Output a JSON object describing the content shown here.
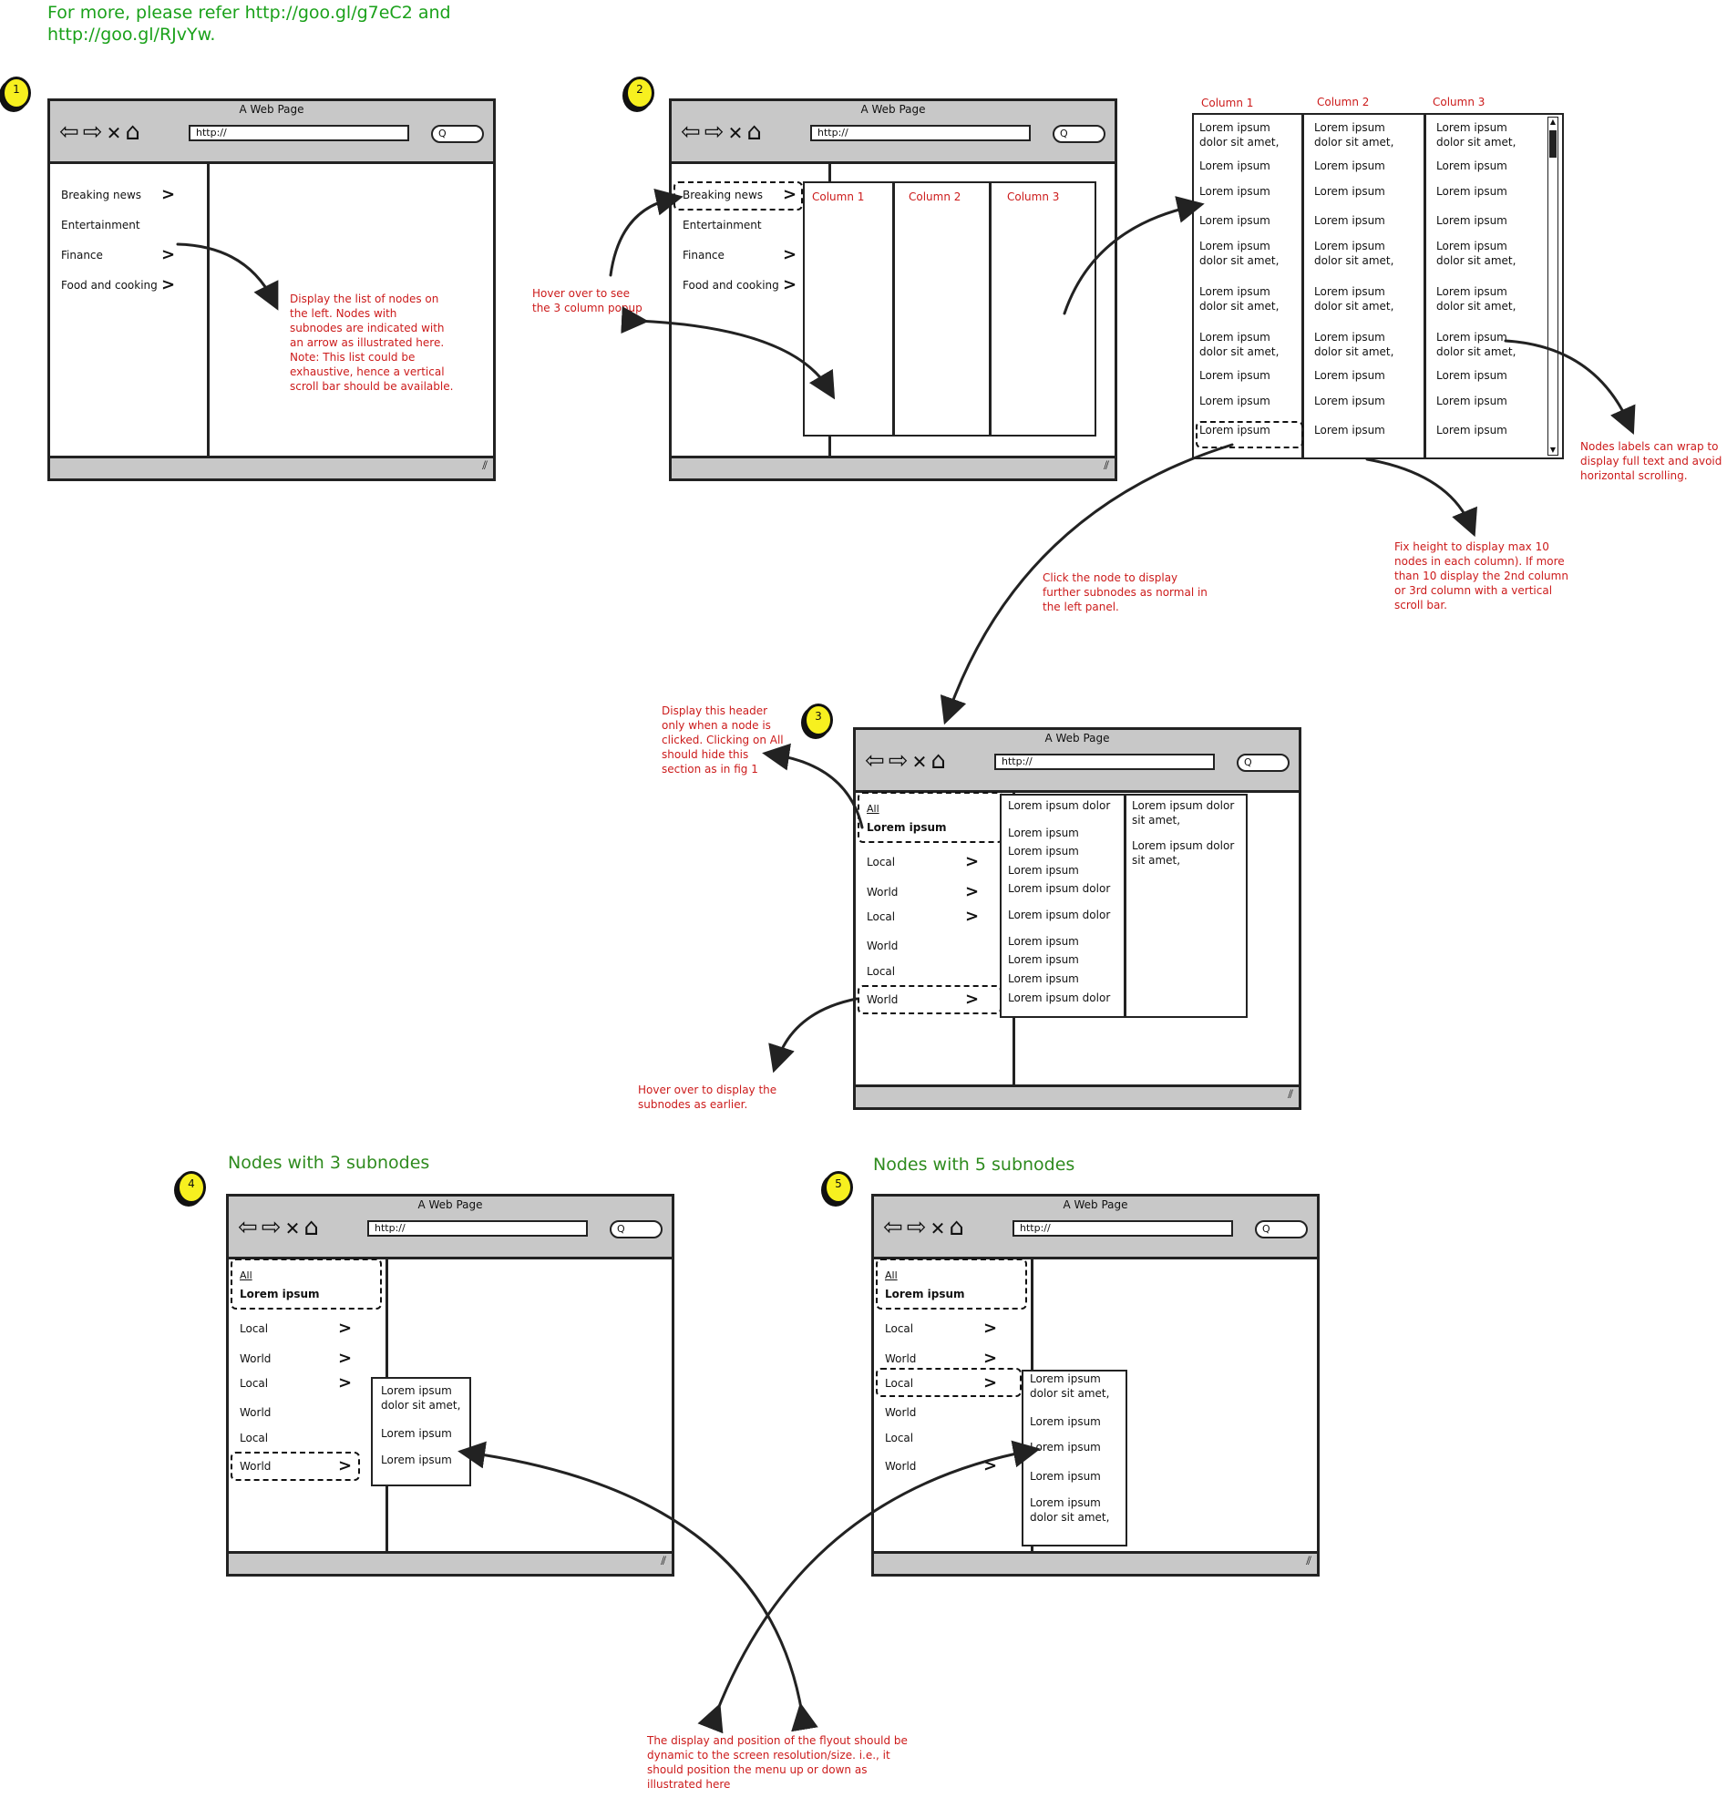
{
  "header_note": "For more, please refer http://goo.gl/g7eC2 and\nhttp://goo.gl/RJvYw.",
  "window_title": "A Web Page",
  "url_text": "http://",
  "search_glyph": "Q",
  "badges": [
    "1",
    "2",
    "3",
    "4",
    "5"
  ],
  "fig1": {
    "nav": [
      "Breaking news",
      "Entertainment",
      "Finance",
      "Food and cooking"
    ],
    "note": "Display the list of nodes on\nthe left. Nodes with\nsubnodes are indicated with\nan arrow as illustrated here.\nNote: This list could be\nexhaustive, hence a vertical\nscroll bar should be available."
  },
  "fig2": {
    "nav": [
      "Breaking news",
      "Entertainment",
      "Finance",
      "Food and cooking"
    ],
    "columns": [
      "Column 1",
      "Column 2",
      "Column 3"
    ],
    "note_hover": "Hover over to see\nthe 3 column popup"
  },
  "expanded": {
    "columns": [
      "Column 1",
      "Column 2",
      "Column 3"
    ],
    "col1": [
      "Lorem ipsum\ndolor sit amet,",
      "Lorem ipsum",
      "Lorem ipsum",
      "Lorem ipsum",
      "Lorem ipsum\ndolor sit amet,",
      "Lorem ipsum\ndolor sit amet,",
      "Lorem ipsum\ndolor sit amet,",
      "Lorem ipsum",
      "Lorem ipsum",
      "Lorem ipsum"
    ],
    "col2": [
      "Lorem ipsum\ndolor sit amet,",
      "Lorem ipsum",
      "Lorem ipsum",
      "Lorem ipsum",
      "Lorem ipsum\ndolor sit amet,",
      "Lorem ipsum\ndolor sit amet,",
      "Lorem ipsum\ndolor sit amet,",
      "Lorem ipsum",
      "Lorem ipsum",
      "Lorem ipsum"
    ],
    "col3": [
      "Lorem ipsum\ndolor sit amet,",
      "Lorem ipsum",
      "Lorem ipsum",
      "Lorem ipsum",
      "Lorem ipsum\ndolor sit amet,",
      "Lorem ipsum\ndolor sit amet,",
      "Lorem ipsum\ndolor sit amet,",
      "Lorem ipsum",
      "Lorem ipsum",
      "Lorem ipsum"
    ],
    "note_wrap": "Nodes labels can wrap to\ndisplay full text and avoid\nhorizontal scrolling.",
    "note_height": "Fix height to display  max 10\nnodes in each column). If more\nthan 10 display the 2nd column\nor 3rd column with a vertical\nscroll bar.",
    "note_click": "Click the node to display\nfurther subnodes as normal in\nthe left panel."
  },
  "fig3": {
    "all": "All",
    "selected": "Lorem ipsum",
    "nav": [
      "Local",
      "World",
      "Local",
      "World",
      "Local",
      "World"
    ],
    "col1": [
      "Lorem ipsum dolor",
      "Lorem ipsum",
      "Lorem ipsum",
      "Lorem ipsum",
      "Lorem ipsum dolor",
      "Lorem ipsum dolor",
      "Lorem ipsum",
      "Lorem ipsum",
      "Lorem ipsum",
      "Lorem ipsum dolor"
    ],
    "col2": [
      "Lorem ipsum dolor\nsit amet,",
      "Lorem ipsum dolor\nsit amet,"
    ],
    "note_header": "Display this header\nonly when a node is\nclicked. Clicking on All\nshould hide this\nsection as in fig 1",
    "note_hover": "Hover over to display the\nsubnodes as earlier."
  },
  "fig4": {
    "title": "Nodes with 3 subnodes",
    "all": "All",
    "selected": "Lorem ipsum",
    "nav": [
      "Local",
      "World",
      "Local",
      "World",
      "Local",
      "World"
    ],
    "flyout": [
      "Lorem ipsum\ndolor sit amet,",
      "Lorem ipsum",
      "Lorem ipsum"
    ]
  },
  "fig5": {
    "title": "Nodes with 5 subnodes",
    "all": "All",
    "selected": "Lorem ipsum",
    "nav": [
      "Local",
      "World",
      "Local",
      "World",
      "Local",
      "World"
    ],
    "flyout": [
      "Lorem ipsum\ndolor sit amet,",
      "Lorem ipsum",
      "Lorem ipsum",
      "Lorem ipsum",
      "Lorem ipsum\ndolor sit amet,"
    ]
  },
  "bottom_note": "The display and position of the flyout should be\ndynamic to the screen resolution/size. i.e., it\nshould position the menu up or down as\nillustrated here",
  "icons": {
    "back": "back-arrow-icon",
    "forward": "forward-arrow-icon",
    "stop": "close-icon",
    "home": "home-icon",
    "search": "search-icon",
    "resize": "resize-grip-icon",
    "chevron": "chevron-right-icon"
  },
  "colors": {
    "note_red": "#cc1b1b",
    "header_green": "#1aa11a",
    "badge_yellow": "#f7f01f",
    "chrome_gray": "#c8c8c8"
  }
}
